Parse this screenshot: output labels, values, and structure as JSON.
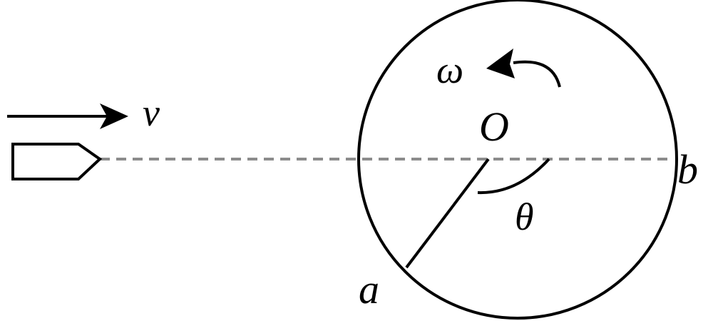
{
  "labels": {
    "velocity": "v",
    "angular_velocity": "ω",
    "center": "O",
    "point_a": "a",
    "point_b": "b",
    "angle": "θ"
  },
  "colors": {
    "stroke": "#000000",
    "dashed_line": "#8c8c8c",
    "background": "#ffffff"
  }
}
